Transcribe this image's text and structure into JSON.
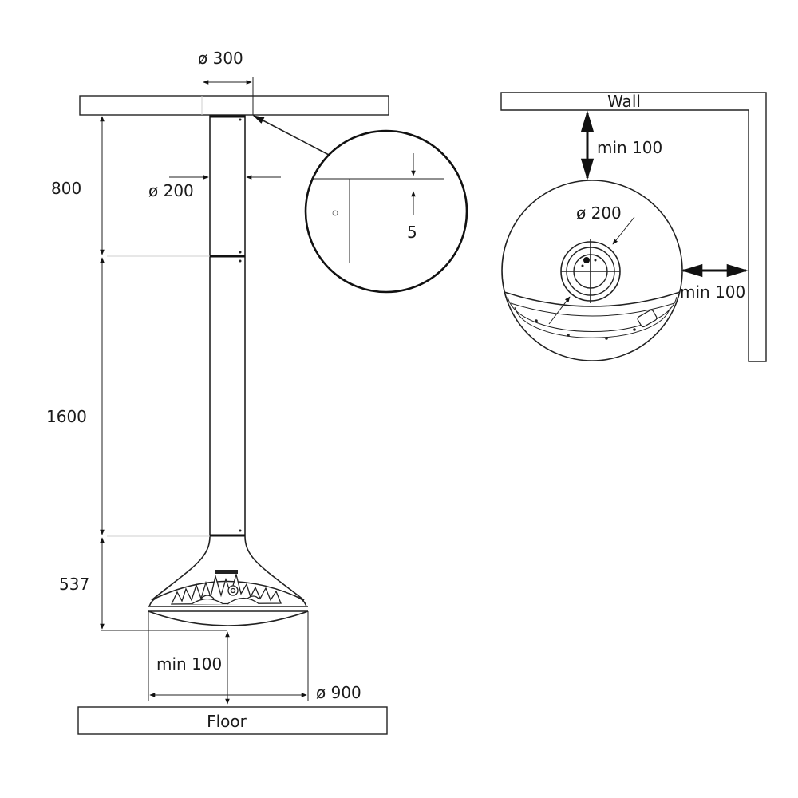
{
  "labels": {
    "ceiling_diameter": "ø 300",
    "flue_diameter": "ø 200",
    "gap_value": "5",
    "top_diameter": "ø 200",
    "fire_diameter": "ø 900",
    "height_1": "800",
    "height_2": "1600",
    "height_3": "537",
    "floor_clearance": "min 100",
    "wall_clearance_top": "min 100",
    "wall_clearance_side": "min 100",
    "wall": "Wall",
    "floor": "Floor"
  },
  "colors": {
    "line": "#222222",
    "background": "#ffffff"
  }
}
